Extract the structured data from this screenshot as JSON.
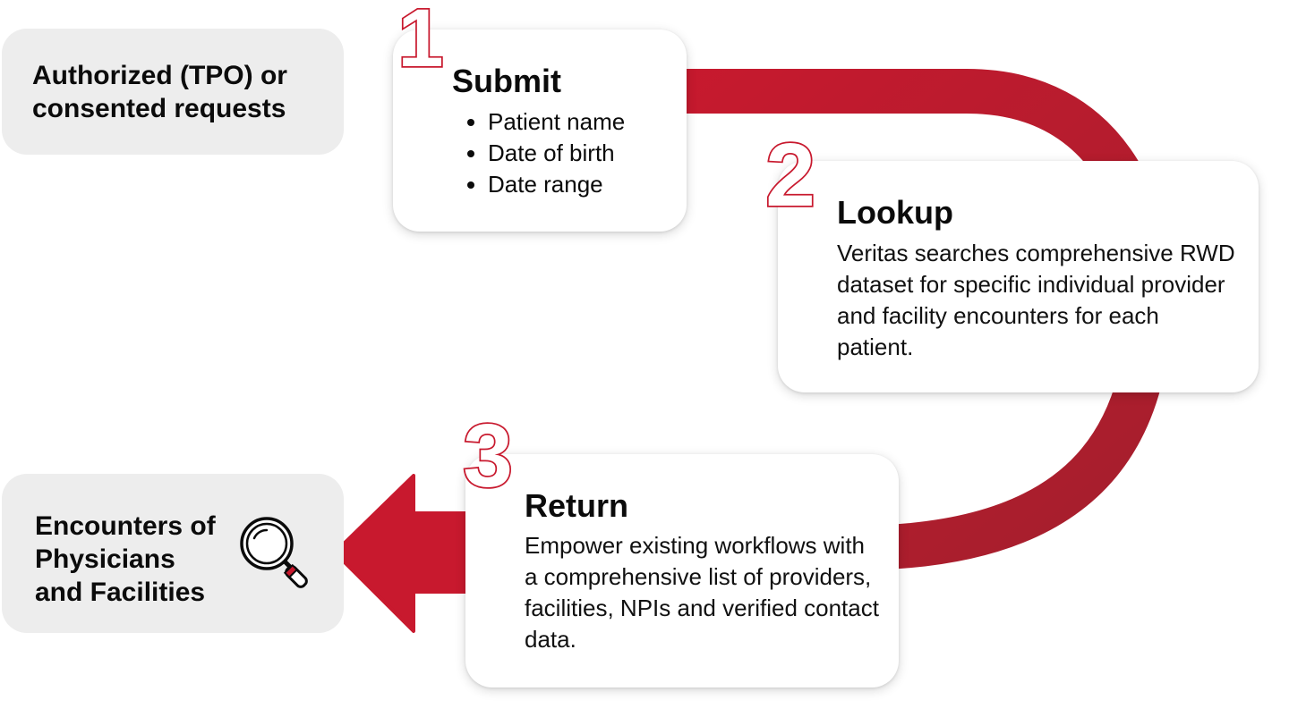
{
  "input": {
    "label": "Authorized (TPO) or consented requests"
  },
  "steps": [
    {
      "number": "1",
      "title": "Submit",
      "bullets": [
        "Patient name",
        "Date of birth",
        "Date range"
      ]
    },
    {
      "number": "2",
      "title": "Lookup",
      "description": "Veritas searches comprehensive RWD dataset for specific individual provider and facility encounters for each patient."
    },
    {
      "number": "3",
      "title": "Return",
      "description": "Empower existing workflows with a comprehensive list of providers, facilities, NPIs and verified contact data."
    }
  ],
  "output": {
    "label_lines": [
      "Encounters of",
      "Physicians",
      "and Facilities"
    ],
    "icon": "magnifying-glass-icon"
  },
  "colors": {
    "accent": "#c8192e",
    "accent_dark": "#a91e2c",
    "box_grey": "#ededed",
    "text": "#0b0b0b"
  }
}
